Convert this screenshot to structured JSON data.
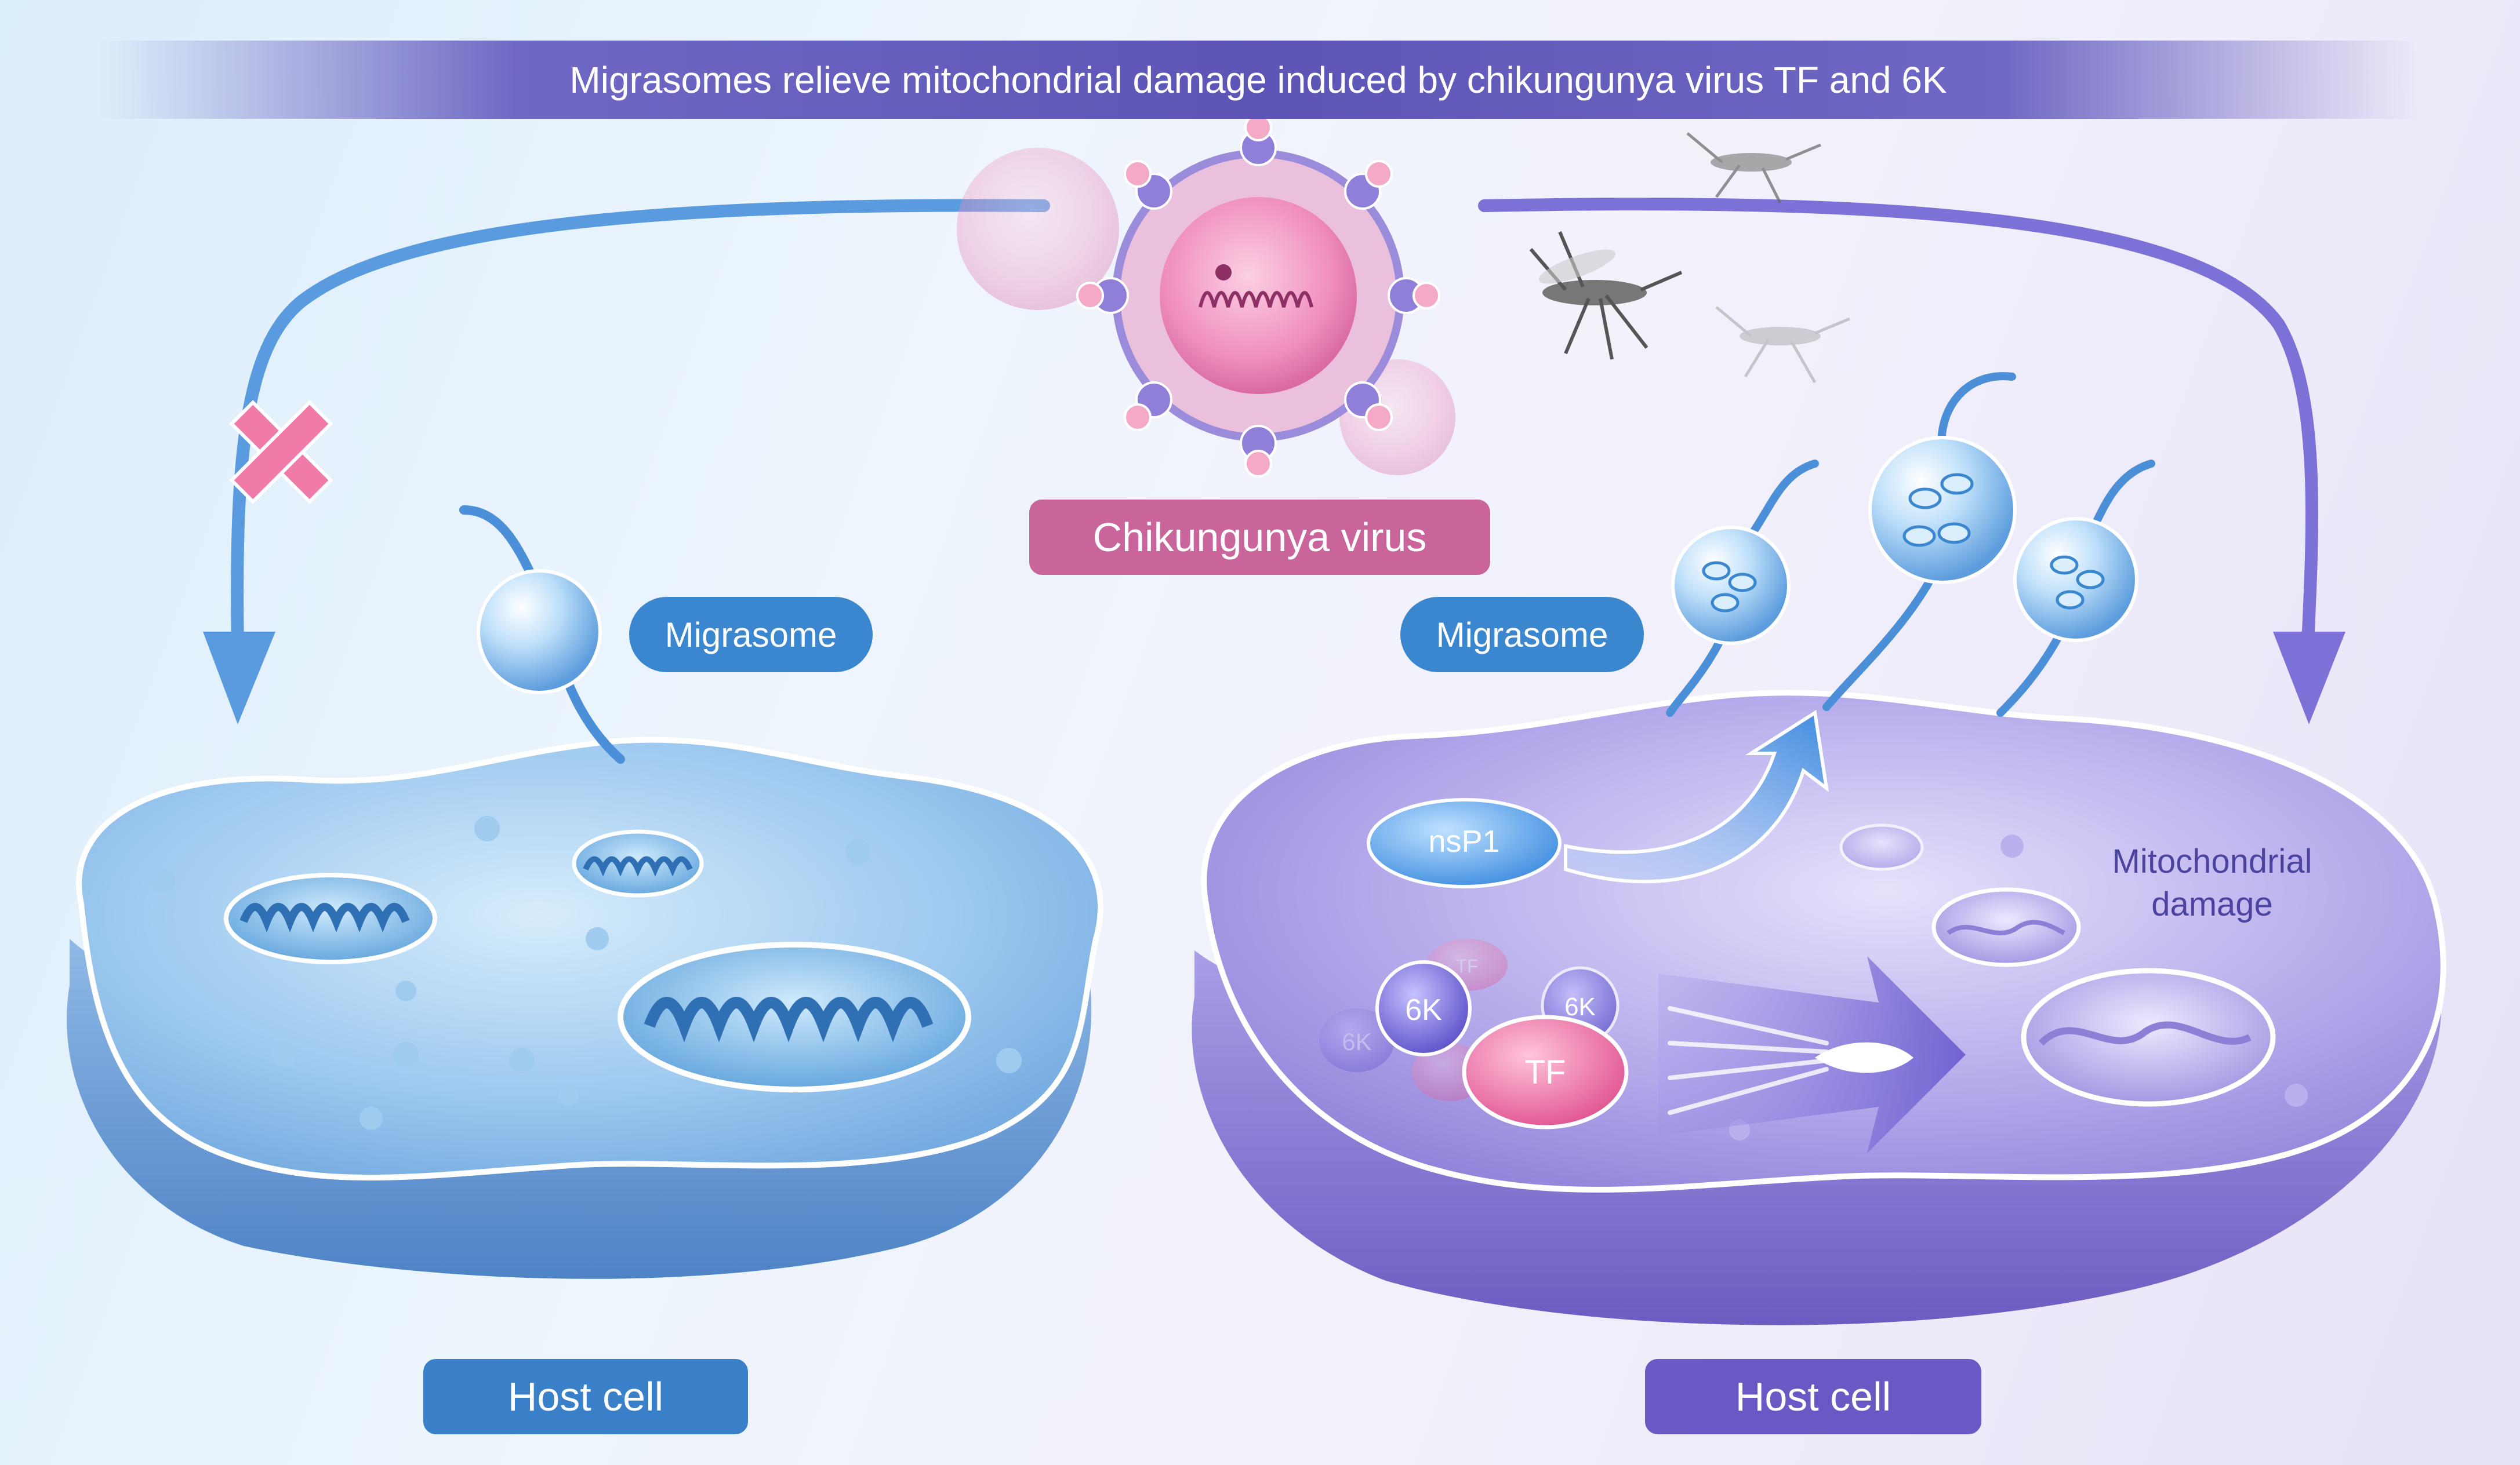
{
  "title": "Migrasomes relieve mitochondrial damage induced by chikungunya virus TF and 6K",
  "virus_label": "Chikungunya virus",
  "left_panel": {
    "migrasome_label": "Migrasome",
    "host_cell_label": "Host cell"
  },
  "right_panel": {
    "migrasome_label": "Migrasome",
    "host_cell_label": "Host cell",
    "nsp1_label": "nsP1",
    "tf_label": "TF",
    "tf_small_label": "TF",
    "sixk_label": "6K",
    "sixk_label_2": "6K",
    "sixk_label_faded": "6K",
    "mito_damage_line1": "Mitochondrial",
    "mito_damage_line2": "damage"
  },
  "colors": {
    "title_bar": "#5c55b6",
    "virus_label": "#c9659a",
    "migrasome_label": "#3a86cf",
    "host_left": "#3a80c9",
    "host_right": "#6a58c4",
    "block_cross": "#f07aa8",
    "left_arrow": "#5a9be0",
    "right_arrow": "#7b71d6"
  },
  "icons": [
    "virus-icon",
    "mosquito-icon",
    "mitochondrion-icon",
    "migrasome-icon",
    "block-cross-icon"
  ]
}
